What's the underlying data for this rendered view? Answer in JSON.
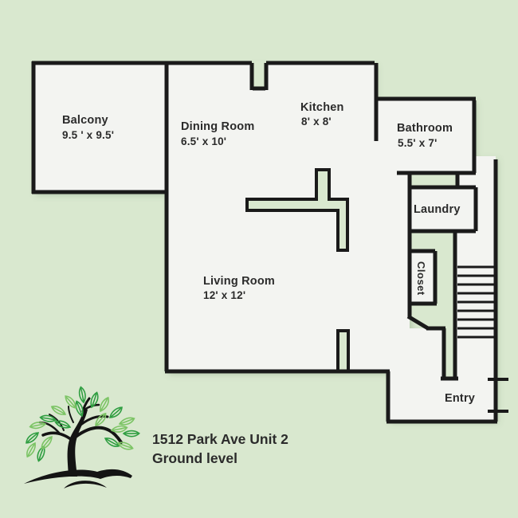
{
  "colors": {
    "background": "#d9e8cf",
    "floor": "#f3f4f1",
    "wall": "#1a1a1a",
    "label_text": "#2b2b2b",
    "trunk": "#141414",
    "leaf_dark": "#2f9e41",
    "leaf_light": "#7cc465"
  },
  "rooms": {
    "balcony": {
      "label": "Balcony",
      "dims": "9.5 ' x 9.5'"
    },
    "dining": {
      "label": "Dining Room",
      "dims": "6.5' x 10'"
    },
    "kitchen": {
      "label": "Kitchen",
      "dims": "8' x 8'"
    },
    "bathroom": {
      "label": "Bathroom",
      "dims": "5.5' x 7'"
    },
    "laundry": {
      "label": "Laundry"
    },
    "closet": {
      "label": "Closet"
    },
    "living": {
      "label": "Living Room",
      "dims": "12' x 12'"
    },
    "entry": {
      "label": "Entry"
    }
  },
  "stairs": {
    "tread_count": 9
  },
  "footer": {
    "address": "1512 Park Ave Unit 2",
    "level": "Ground level"
  }
}
